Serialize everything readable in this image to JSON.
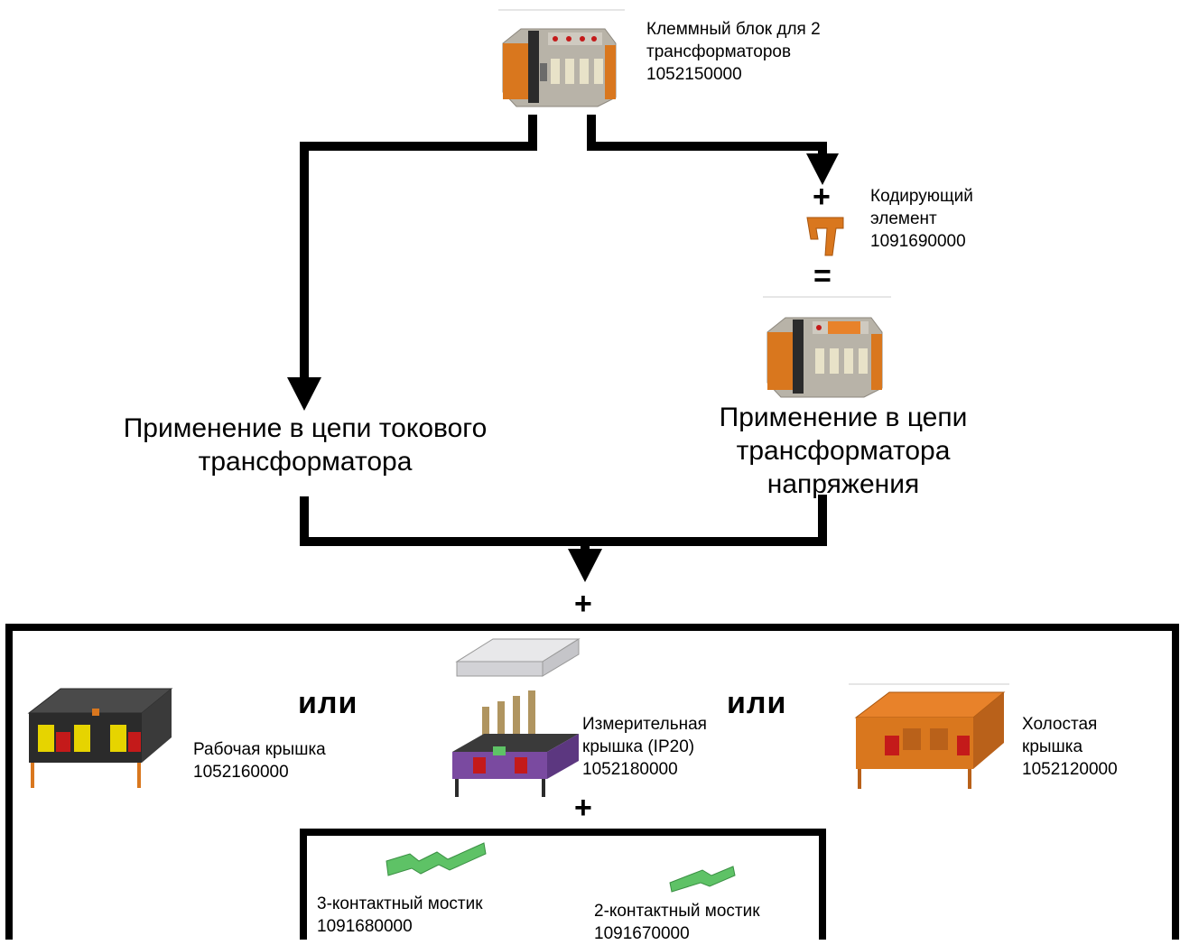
{
  "top_block": {
    "label": "Клеммный блок для 2\nтрансформаторов\n1052150000"
  },
  "coding_element": {
    "label": "Кодирующий\nэлемент\n1091690000",
    "plus": "+",
    "equals": "="
  },
  "current_app": {
    "label": "Применение в цепи токового\nтрансформатора"
  },
  "voltage_app": {
    "label": "Применение в цепи\nтрансформатора\nнапряжения"
  },
  "merge_plus": "+",
  "covers": {
    "or_left": "или",
    "or_right": "или",
    "working": {
      "label": "Рабочая крышка\n1052160000"
    },
    "measuring": {
      "label": "Измерительная\nкрышка (IP20)\n1052180000"
    },
    "idle": {
      "label": "Холостая\nкрышка\n1052120000"
    },
    "bridge_plus": "+"
  },
  "bridges": {
    "three": {
      "label": "3-контактный  мостик\n1091680000"
    },
    "two": {
      "label": "2-контактный мостик\n1091670000"
    }
  },
  "colors": {
    "orange": "#d9771e",
    "green": "#5ec266",
    "gray": "#b8b3a8",
    "dark": "#2b2b2b",
    "red": "#c41a1a",
    "purple": "#7a4aa0",
    "yellow": "#e6d400"
  }
}
